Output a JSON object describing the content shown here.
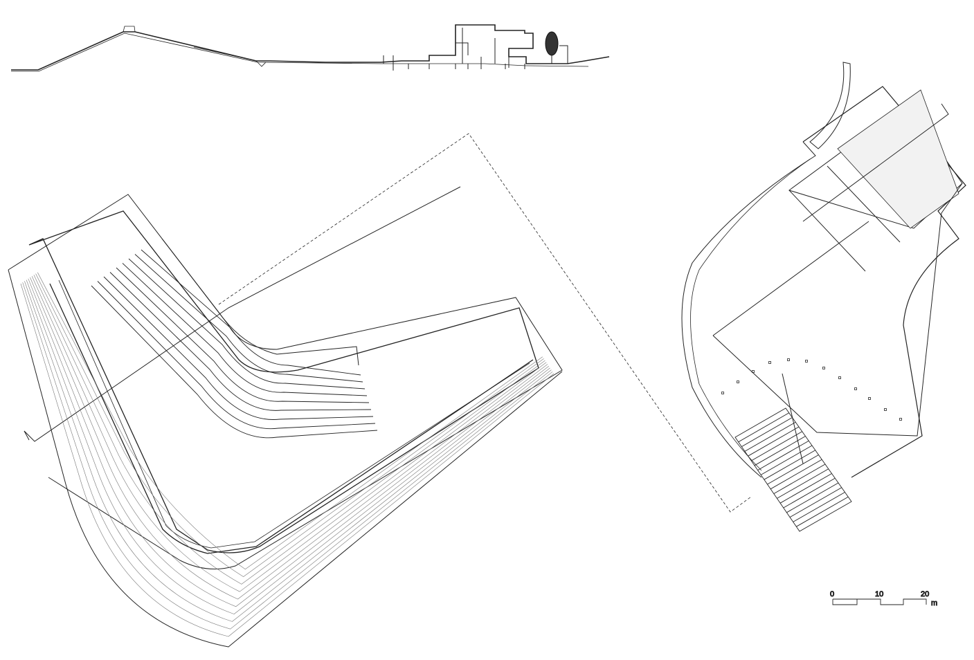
{
  "drawing": {
    "views": [
      "section",
      "amphitheatre-plan",
      "building-plan"
    ]
  },
  "scale_bar": {
    "ticks": [
      "0",
      "10",
      "20"
    ],
    "unit": "m"
  }
}
